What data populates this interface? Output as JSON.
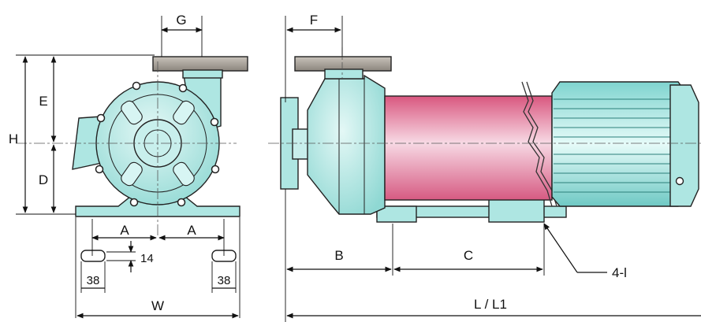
{
  "labels": {
    "G": "G",
    "F": "F",
    "H": "H",
    "E": "E",
    "D": "D",
    "A_left": "A",
    "A_right": "A",
    "fourteen": "14",
    "thirtyeight_left": "38",
    "thirtyeight_right": "38",
    "W": "W",
    "B": "B",
    "C": "C",
    "L_L1": "L / L1",
    "four_l": "4-l"
  },
  "colors": {
    "pump_body": "#aee6e2",
    "pump_body_dark": "#7ccfca",
    "flange": "#a09a92",
    "motor_magenta": "#e36f93",
    "motor_highlight": "#f8d8e4",
    "motor_fins": "#8fdcd8",
    "line": "#111111"
  }
}
